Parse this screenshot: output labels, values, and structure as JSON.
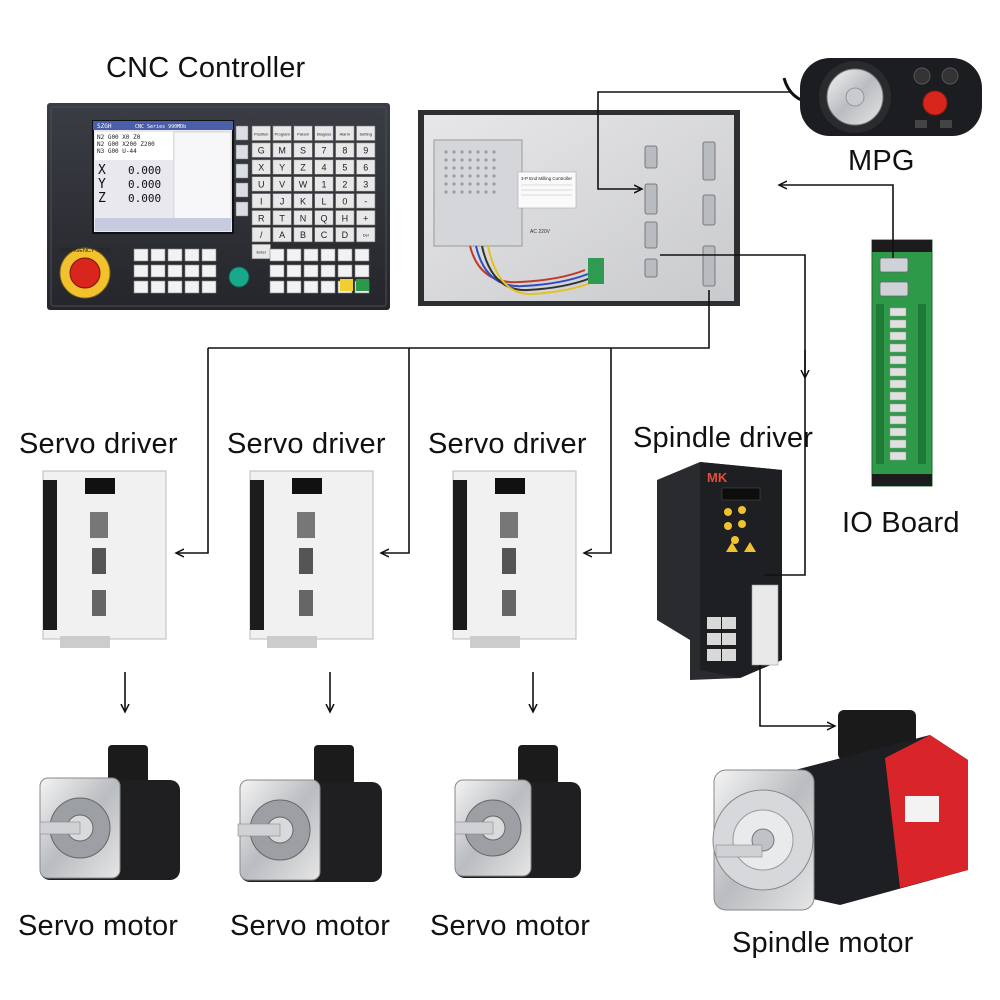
{
  "labels": {
    "cnc_controller": "CNC Controller",
    "mpg": "MPG",
    "io_board": "IO Board",
    "servo_driver_1": "Servo driver",
    "servo_driver_2": "Servo driver",
    "servo_driver_3": "Servo driver",
    "spindle_driver": "Spindle driver",
    "servo_motor_1": "Servo motor",
    "servo_motor_2": "Servo motor",
    "servo_motor_3": "Servo motor",
    "spindle_motor": "Spindle motor"
  },
  "controller": {
    "brand": "SZGH",
    "series": "CNC Series 990MDb",
    "axes": [
      "X",
      "Y",
      "Z"
    ],
    "values": [
      "0.000",
      "0.000",
      "0.000"
    ],
    "code_lines": [
      "N2 G00 X0 Z0",
      "N2 G00 X200 Z200",
      "N3 G00 U-44"
    ],
    "estop_text": "EMERGENCY STOP",
    "keypad": [
      "Position",
      "Program",
      "Param",
      "Diagnos",
      "Alarm",
      "Setting",
      "G",
      "M",
      "S",
      "7",
      "8",
      "9",
      "X",
      "Y",
      "Z",
      "4",
      "5",
      "6",
      "U",
      "V",
      "W",
      "1",
      "2",
      "3",
      "I",
      "J",
      "K",
      "L",
      "0",
      "-",
      "R",
      "T",
      "N",
      "Q",
      "H",
      "+",
      "/",
      "A",
      "B",
      "C",
      "D",
      "Del",
      "Enter"
    ]
  },
  "back_panel": {
    "title": "3-P End Milling Controller",
    "power": "AC 220V"
  },
  "spindle_driver_brand": "MK",
  "colors": {
    "panel_dark": "#2f3238",
    "estop_red": "#d8261c",
    "motor_red": "#d9252a",
    "pcb_green": "#2e9a49",
    "screen_blue": "#7a8fc9"
  }
}
